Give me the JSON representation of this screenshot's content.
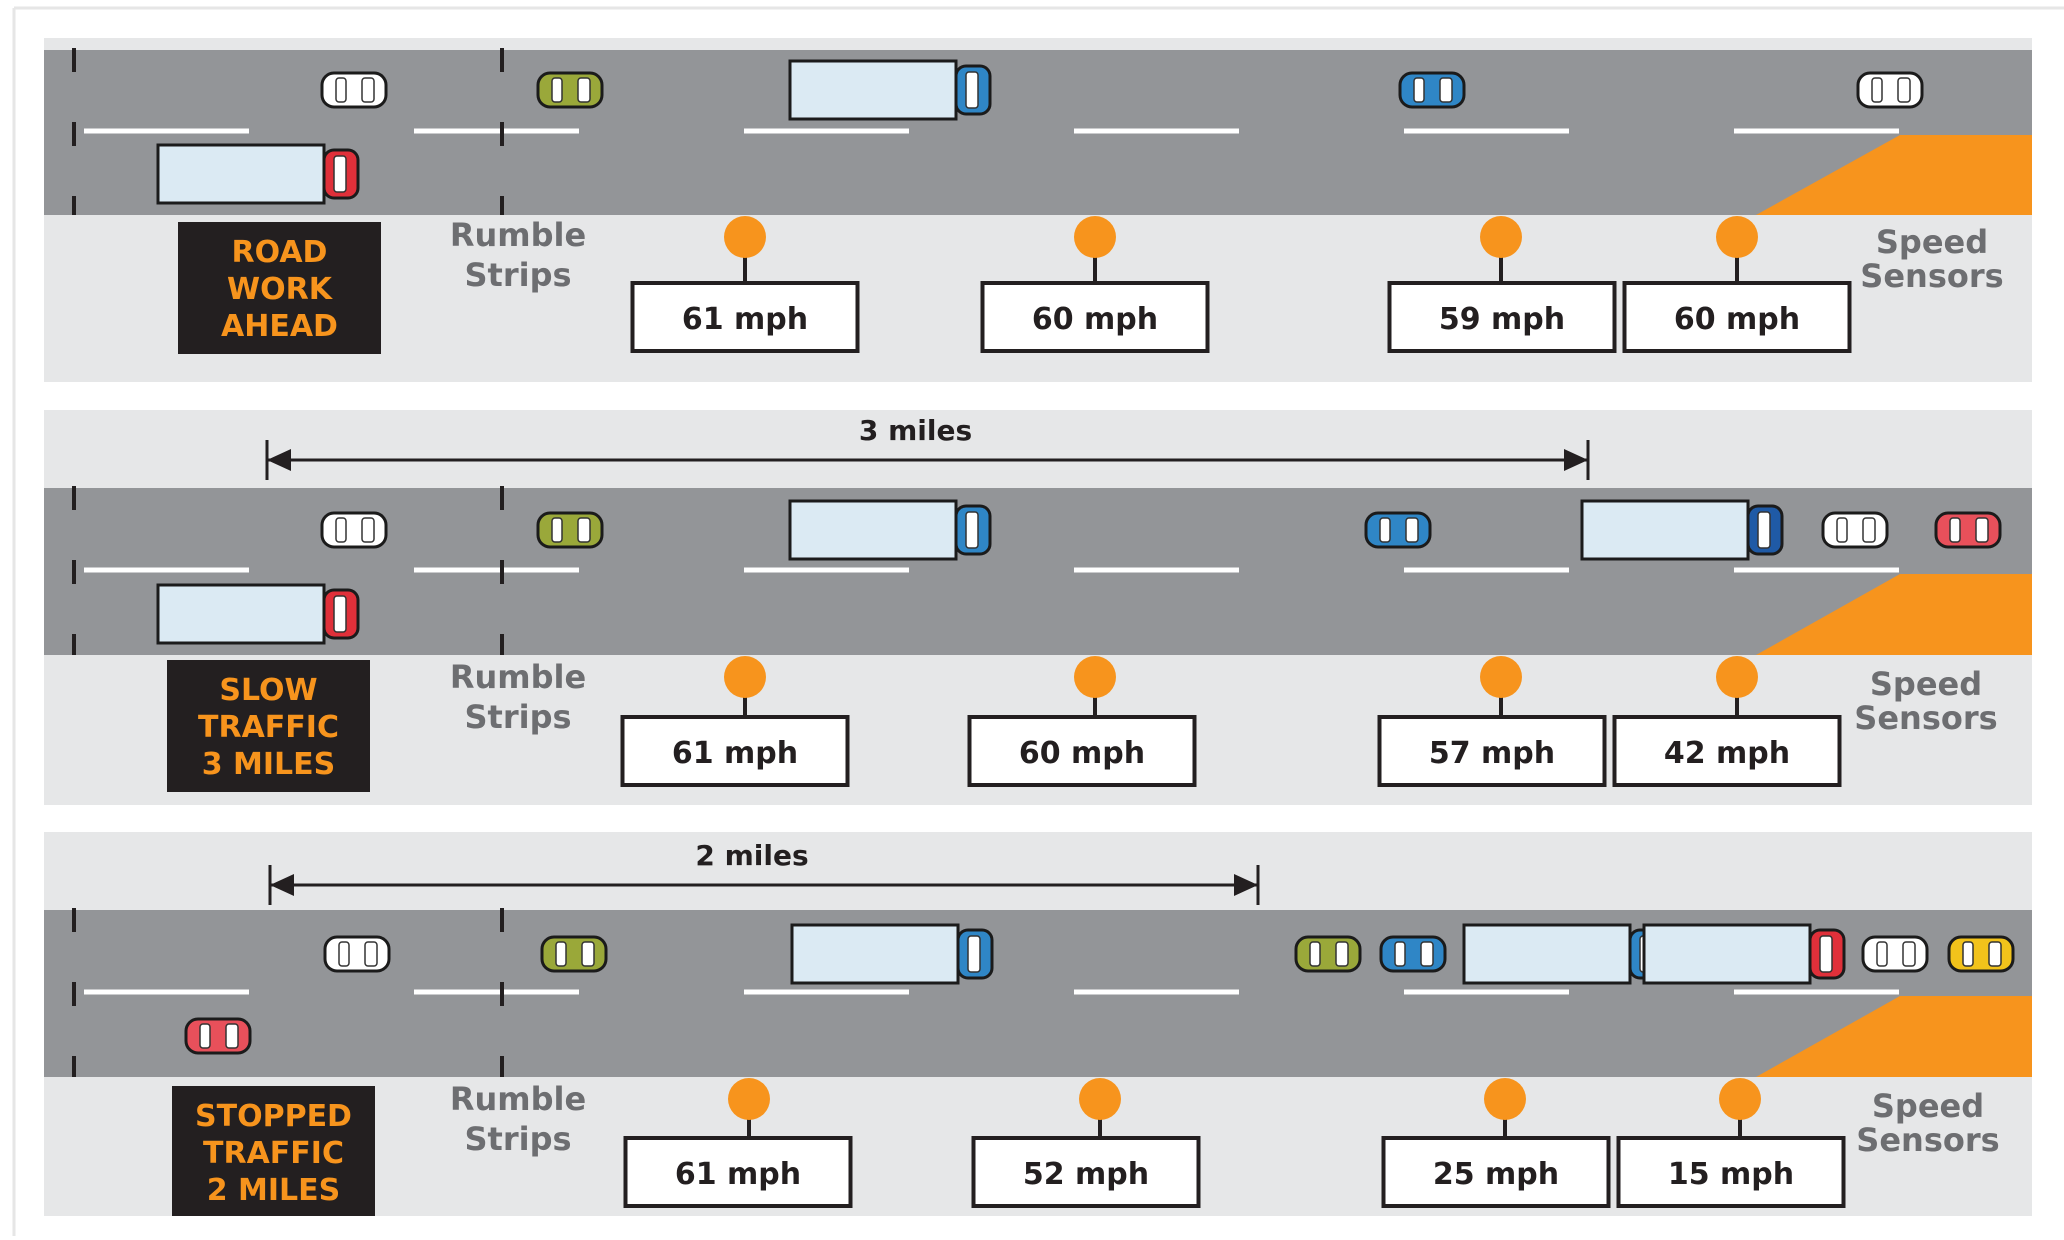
{
  "labels": {
    "rumble": "Rumble\nStrips",
    "sensors": "Speed\nSensors"
  },
  "colors": {
    "road": "#939598",
    "shoulder": "#e6e7e8",
    "work_zone": "#f7941d",
    "sensor": "#f7941d",
    "sign_bg": "#231f20",
    "sign_text": "#f7941d",
    "truck_body": "#dbeaf3"
  },
  "panels": [
    {
      "sign": "ROAD\nWORK\nAHEAD",
      "distance_label": null,
      "speeds": [
        "61 mph",
        "60 mph",
        "59 mph",
        "60 mph"
      ]
    },
    {
      "sign": "SLOW\nTRAFFIC\n3 MILES",
      "distance_label": "3 miles",
      "speeds": [
        "61 mph",
        "60 mph",
        "57 mph",
        "42 mph"
      ]
    },
    {
      "sign": "STOPPED\nTRAFFIC\n2 MILES",
      "distance_label": "2 miles",
      "speeds": [
        "61 mph",
        "52 mph",
        "25 mph",
        "15 mph"
      ]
    }
  ]
}
